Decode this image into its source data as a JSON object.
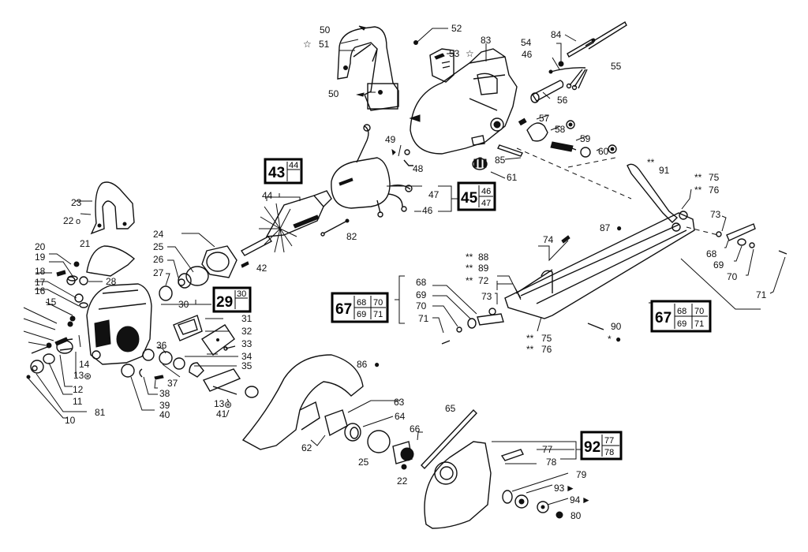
{
  "title": "Circular saw exploded parts diagram",
  "part_labels": {
    "p50a": "50",
    "p51": "51",
    "p50b": "50",
    "p52": "52",
    "p53": "53",
    "p83": "83",
    "p84": "84",
    "p54": "54",
    "p46a": "46",
    "p55": "55",
    "p56": "56",
    "p57": "57",
    "p58": "58",
    "p59": "59",
    "p60": "60",
    "p85": "85",
    "p61": "61",
    "p49": "49",
    "p48": "48",
    "p91": "91",
    "p75a": "75",
    "p76a": "76",
    "p47": "47",
    "p46b": "46",
    "p44": "44",
    "p82": "82",
    "p42": "42",
    "p23": "23",
    "p22a": "22",
    "p21": "21",
    "p24": "24",
    "p25a": "25",
    "p26": "26",
    "p27": "27",
    "p28": "28",
    "p20": "20",
    "p19": "19",
    "p18": "18",
    "p17": "17",
    "p16": "16",
    "p15": "15",
    "p30": "30",
    "p31": "31",
    "p32": "32",
    "p33": "33",
    "p34": "34",
    "p35": "35",
    "p36": "36",
    "p37": "37",
    "p38": "38",
    "p39": "39",
    "p40": "40",
    "p41": "41",
    "p13a": "13",
    "p13b": "13",
    "p14": "14",
    "p12": "12",
    "p11": "11",
    "p10": "10",
    "p81": "81",
    "p86": "86",
    "p87": "87",
    "p74": "74",
    "p73a": "73",
    "p68a": "68",
    "p69a": "69",
    "p70a": "70",
    "p71a": "71",
    "p88": "88",
    "p89": "89",
    "p72": "72",
    "p73b": "73",
    "p68b": "68",
    "p69b": "69",
    "p70b": "70",
    "p71b": "71",
    "p75b": "75",
    "p76b": "76",
    "p90": "90",
    "p62": "62",
    "p63": "63",
    "p64": "64",
    "p65": "65",
    "p66": "66",
    "p25b": "25",
    "p22b": "22",
    "p77": "77",
    "p78": "78",
    "p79": "79",
    "p93": "93",
    "p94": "94",
    "p80": "80"
  },
  "markers": {
    "star": "☆",
    "double_asterisk": "**",
    "asterisk": "*",
    "circle_asterisk": "⊛",
    "dot": "●",
    "arrow": "►"
  },
  "kits": [
    {
      "id": "43",
      "subparts": [
        "44"
      ]
    },
    {
      "id": "45",
      "subparts": [
        "46",
        "47"
      ]
    },
    {
      "id": "29",
      "subparts": [
        "30"
      ]
    },
    {
      "id": "67",
      "subparts": [
        "68",
        "70",
        "69",
        "71"
      ]
    },
    {
      "id": "67",
      "subparts": [
        "68",
        "70",
        "69",
        "71"
      ]
    },
    {
      "id": "92",
      "subparts": [
        "77",
        "78"
      ]
    }
  ]
}
